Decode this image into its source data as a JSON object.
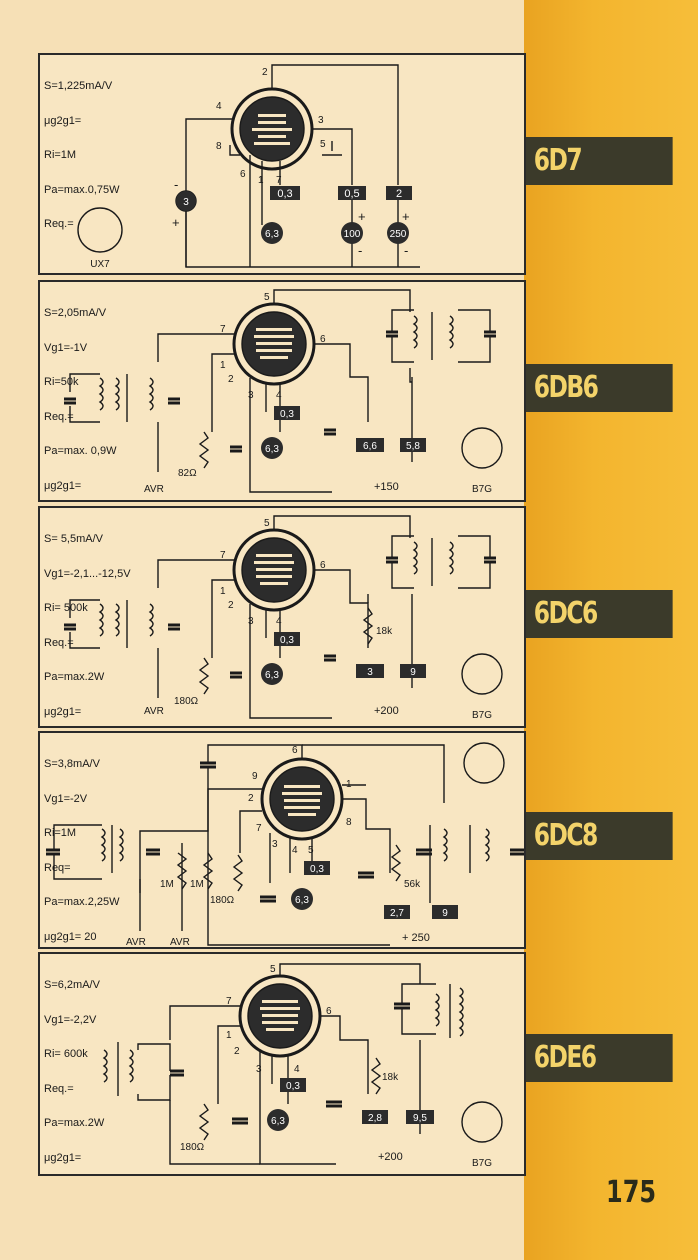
{
  "page_number": "175",
  "tubes": [
    {
      "name": "6D7",
      "params": [
        "S=1,225mA/V",
        "μg2g1=",
        "Ri=1M",
        "Pa=max.0,75W",
        "Req.="
      ],
      "socket": "UX7",
      "pins": {
        "p1": "1",
        "p2": "2",
        "p3": "3",
        "p4": "4",
        "p5": "5",
        "p6": "6",
        "p7": "7",
        "p8": "8"
      },
      "boxes": [
        "0,3",
        "0,5",
        "2"
      ],
      "circles": [
        "3",
        "6,3",
        "100",
        "250"
      ],
      "signs": [
        "-",
        "+",
        "+",
        "-",
        "+",
        "-"
      ]
    },
    {
      "name": "6DB6",
      "params": [
        "S=2,05mA/V",
        "Vg1=-1V",
        "Ri=50k",
        "Req.=",
        "Pa=max. 0,9W",
        "μg2g1="
      ],
      "socket": "B7G",
      "pins": {
        "p1": "1",
        "p2": "2",
        "p3": "3",
        "p4": "4",
        "p5": "5",
        "p6": "6",
        "p7": "7"
      },
      "boxes": [
        "0,3",
        "6,6",
        "5,8"
      ],
      "circles": [
        "6,3"
      ],
      "resistor": "82Ω",
      "avr": "AVR",
      "supply": "+150"
    },
    {
      "name": "6DC6",
      "params": [
        "S= 5,5mA/V",
        "Vg1=-2,1...-12,5V",
        "Ri= 500k",
        "Req.=",
        "Pa=max.2W",
        "μg2g1="
      ],
      "socket": "B7G",
      "pins": {
        "p1": "1",
        "p2": "2",
        "p3": "3",
        "p4": "4",
        "p5": "5",
        "p6": "6",
        "p7": "7"
      },
      "boxes": [
        "0,3",
        "3",
        "9"
      ],
      "circles": [
        "6,3"
      ],
      "resistor": "180Ω",
      "resistor2": "18k",
      "avr": "AVR",
      "supply": "+200"
    },
    {
      "name": "6DC8",
      "params": [
        "S=3,8mA/V",
        "Vg1=-2V",
        "Ri=1M",
        "Req=",
        "Pa=max.2,25W",
        "μg2g1= 20"
      ],
      "pins": {
        "p1": "1",
        "p2": "2",
        "p3": "3",
        "p4": "4",
        "p5": "5",
        "p6": "6",
        "p7": "7",
        "p8": "8",
        "p9": "9"
      },
      "boxes": [
        "0,3",
        "2,7",
        "9"
      ],
      "circles": [
        "6,3"
      ],
      "resistor": "180Ω",
      "resistor_a": "1M",
      "resistor_b": "1M",
      "resistor2": "56k",
      "avr": "AVR",
      "avr2": "AVR",
      "supply": "+ 250"
    },
    {
      "name": "6DE6",
      "params": [
        "S=6,2mA/V",
        "Vg1=-2,2V",
        "Ri= 600k",
        "Req.=",
        "Pa=max.2W",
        "μg2g1="
      ],
      "socket": "B7G",
      "pins": {
        "p1": "1",
        "p2": "2",
        "p3": "3",
        "p4": "4",
        "p5": "5",
        "p6": "6",
        "p7": "7"
      },
      "boxes": [
        "0,3",
        "2,8",
        "9,5"
      ],
      "circles": [
        "6,3"
      ],
      "resistor": "180Ω",
      "resistor2": "18k",
      "supply": "+200"
    }
  ]
}
